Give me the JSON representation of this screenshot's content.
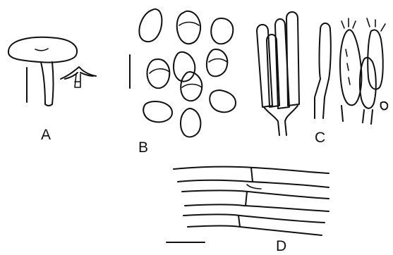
{
  "panels": {
    "a": {
      "label": "A"
    },
    "b": {
      "label": "B"
    },
    "c": {
      "label": "C"
    },
    "d": {
      "label": "D"
    }
  },
  "colors": {
    "ink": "#111111",
    "paper": "#ffffff"
  }
}
